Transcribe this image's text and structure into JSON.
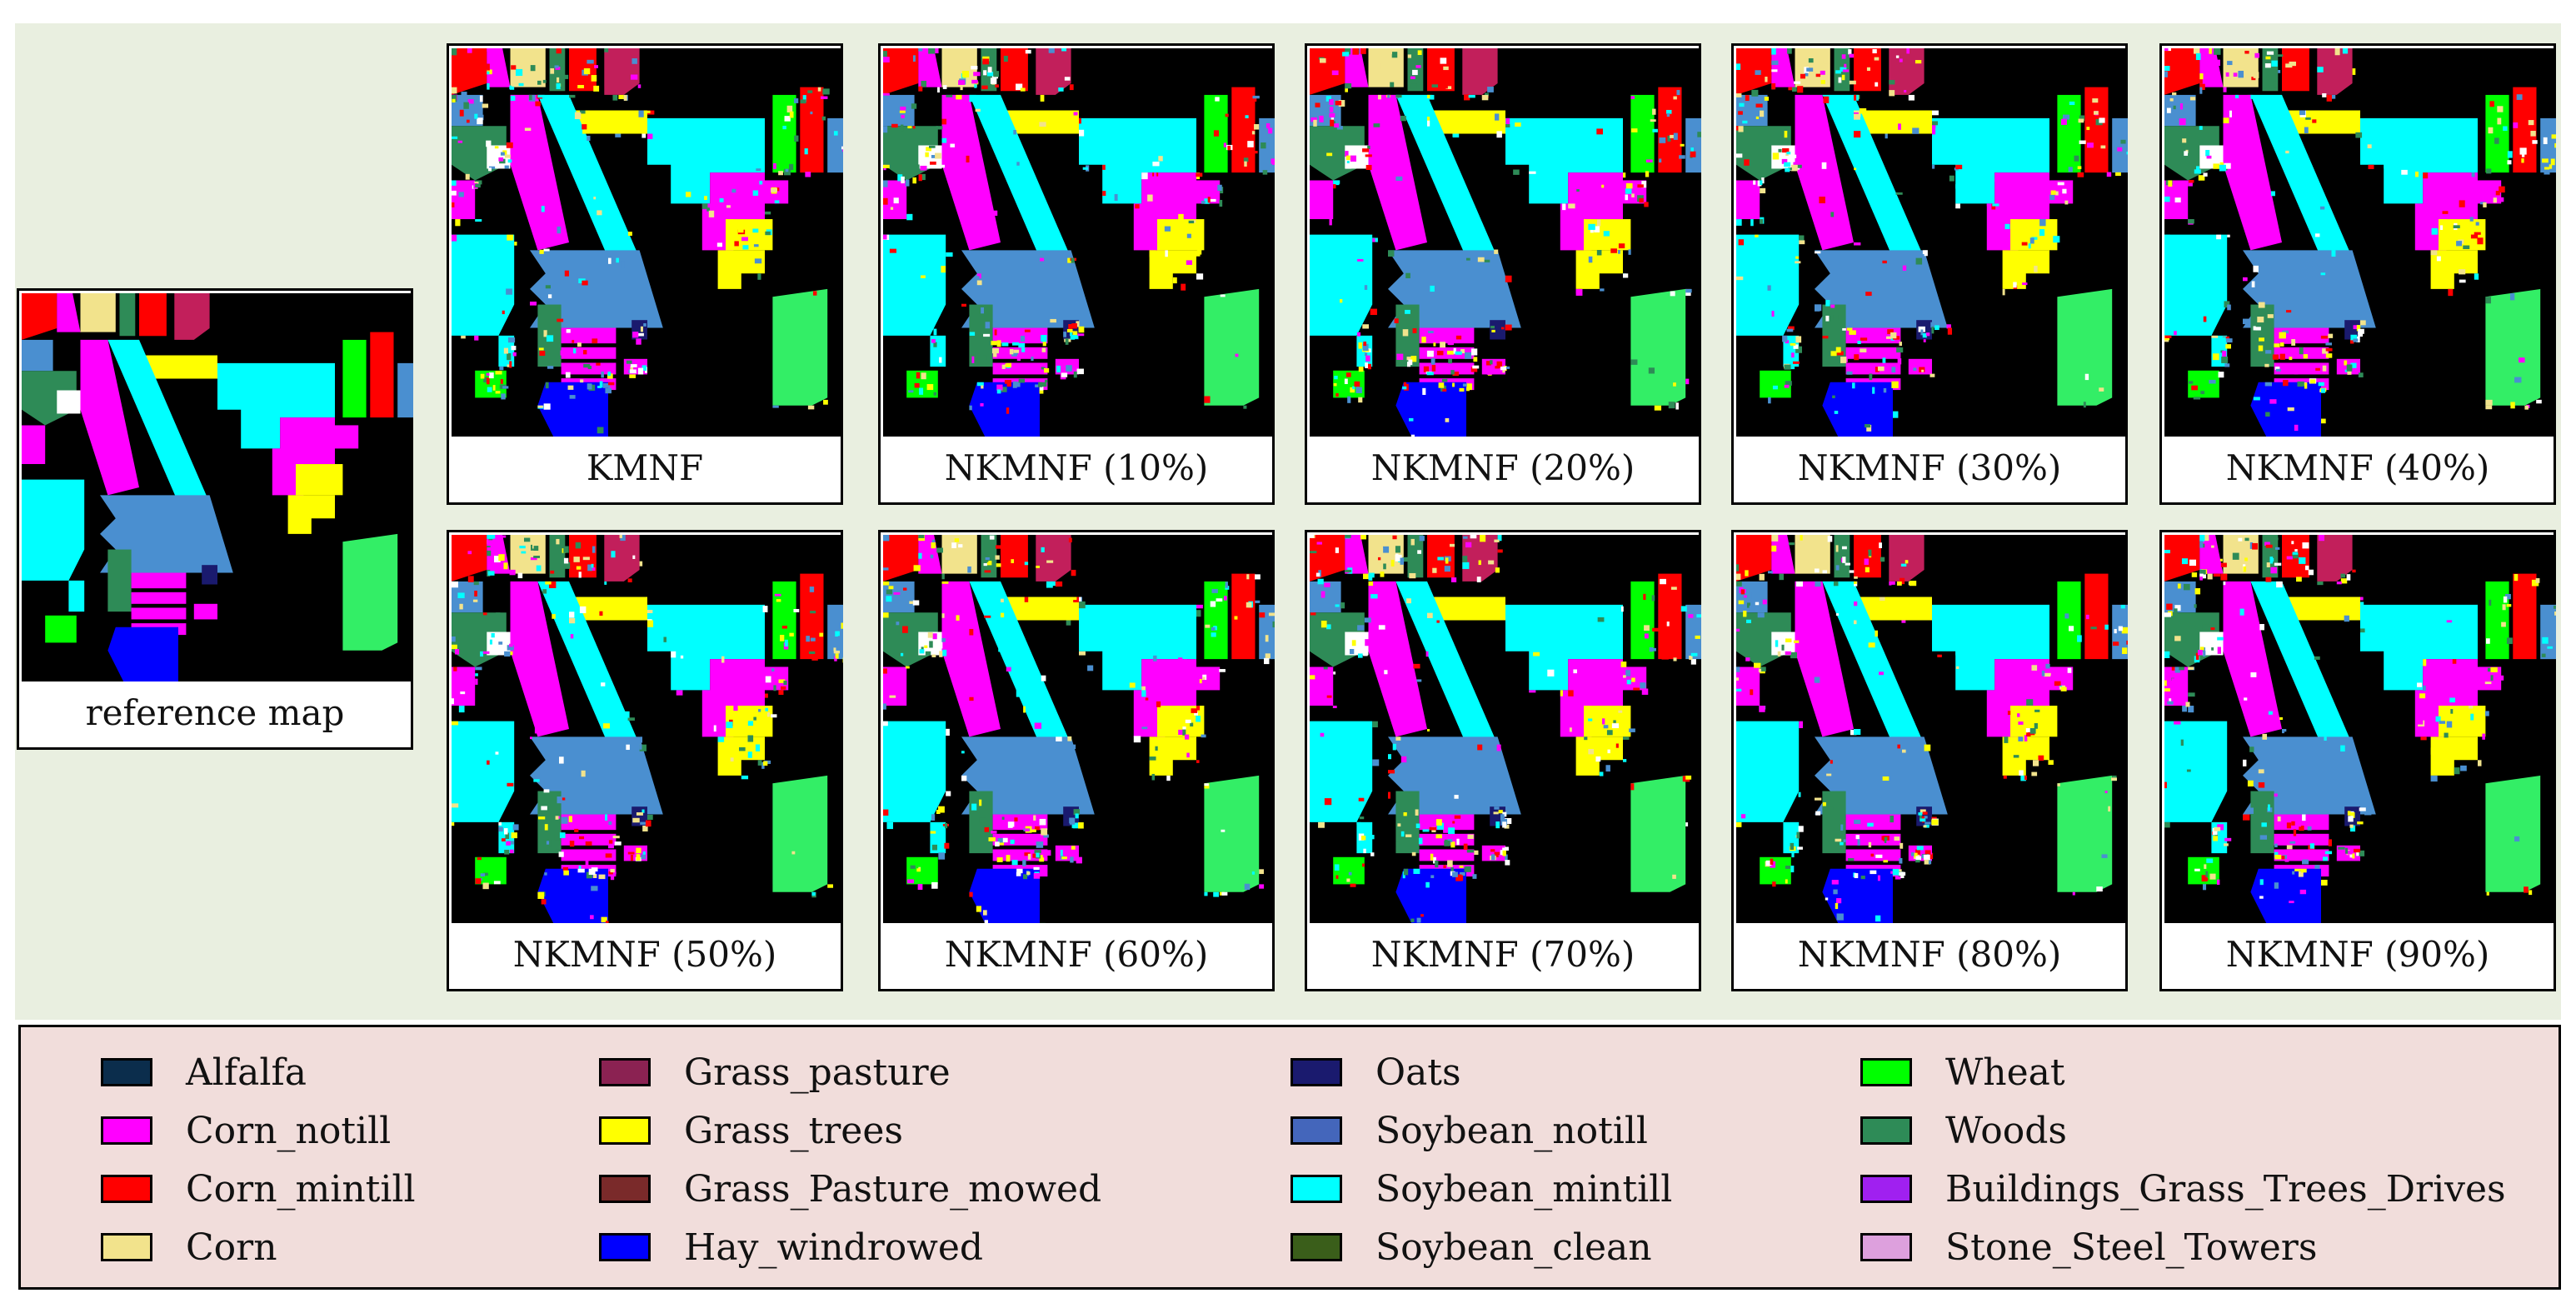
{
  "panels": [
    {
      "id": "reference",
      "caption": "reference map"
    },
    {
      "id": "kmnf",
      "caption": "KMNF"
    },
    {
      "id": "n10",
      "caption": "NKMNF (10%)"
    },
    {
      "id": "n20",
      "caption": "NKMNF (20%)"
    },
    {
      "id": "n30",
      "caption": "NKMNF (30%)"
    },
    {
      "id": "n40",
      "caption": "NKMNF (40%)"
    },
    {
      "id": "n50",
      "caption": "NKMNF (50%)"
    },
    {
      "id": "n60",
      "caption": "NKMNF (60%)"
    },
    {
      "id": "n70",
      "caption": "NKMNF (70%)"
    },
    {
      "id": "n80",
      "caption": "NKMNF (80%)"
    },
    {
      "id": "n90",
      "caption": "NKMNF (90%)"
    }
  ],
  "legend": {
    "items": [
      {
        "label": "Alfalfa",
        "color": "#0b2d4c"
      },
      {
        "label": "Corn_notill",
        "color": "#ff00ff"
      },
      {
        "label": "Corn_mintill",
        "color": "#ff0000"
      },
      {
        "label": "Corn",
        "color": "#f2e38c"
      },
      {
        "label": "Grass_pasture",
        "color": "#8b2252"
      },
      {
        "label": "Grass_trees",
        "color": "#ffff00"
      },
      {
        "label": "Grass_Pasture_mowed",
        "color": "#7a2a2a"
      },
      {
        "label": "Hay_windrowed",
        "color": "#0000ff"
      },
      {
        "label": "Oats",
        "color": "#1a1a6e"
      },
      {
        "label": "Soybean_notill",
        "color": "#4466bb"
      },
      {
        "label": "Soybean_mintill",
        "color": "#00ffff"
      },
      {
        "label": "Soybean_clean",
        "color": "#3a5e1a"
      },
      {
        "label": "Wheat",
        "color": "#00ff00"
      },
      {
        "label": "Woods",
        "color": "#2e8b57"
      },
      {
        "label": "Buildings_Grass_Trees_Drives",
        "color": "#a020f0"
      },
      {
        "label": "Stone_Steel_Towers",
        "color": "#dda0dd"
      }
    ]
  },
  "map_colors": {
    "background": "#000000",
    "alfalfa": "#0b2d4c",
    "corn_notill": "#ff00ff",
    "corn_mintill": "#ff0000",
    "corn": "#f2e38c",
    "grass_pasture": "#c21f5b",
    "grass_trees": "#ffff00",
    "hay_windrowed": "#0000ff",
    "oats": "#1a1a6e",
    "soybean_notill": "#4a8fd0",
    "soybean_mintill": "#00ffff",
    "soybean_clean": "#3a5e1a",
    "wheat": "#00ff00",
    "woods": "#2e8b57",
    "buildings": "#a020f0",
    "stone": "#ffffff",
    "field_green": "#33ee66"
  }
}
